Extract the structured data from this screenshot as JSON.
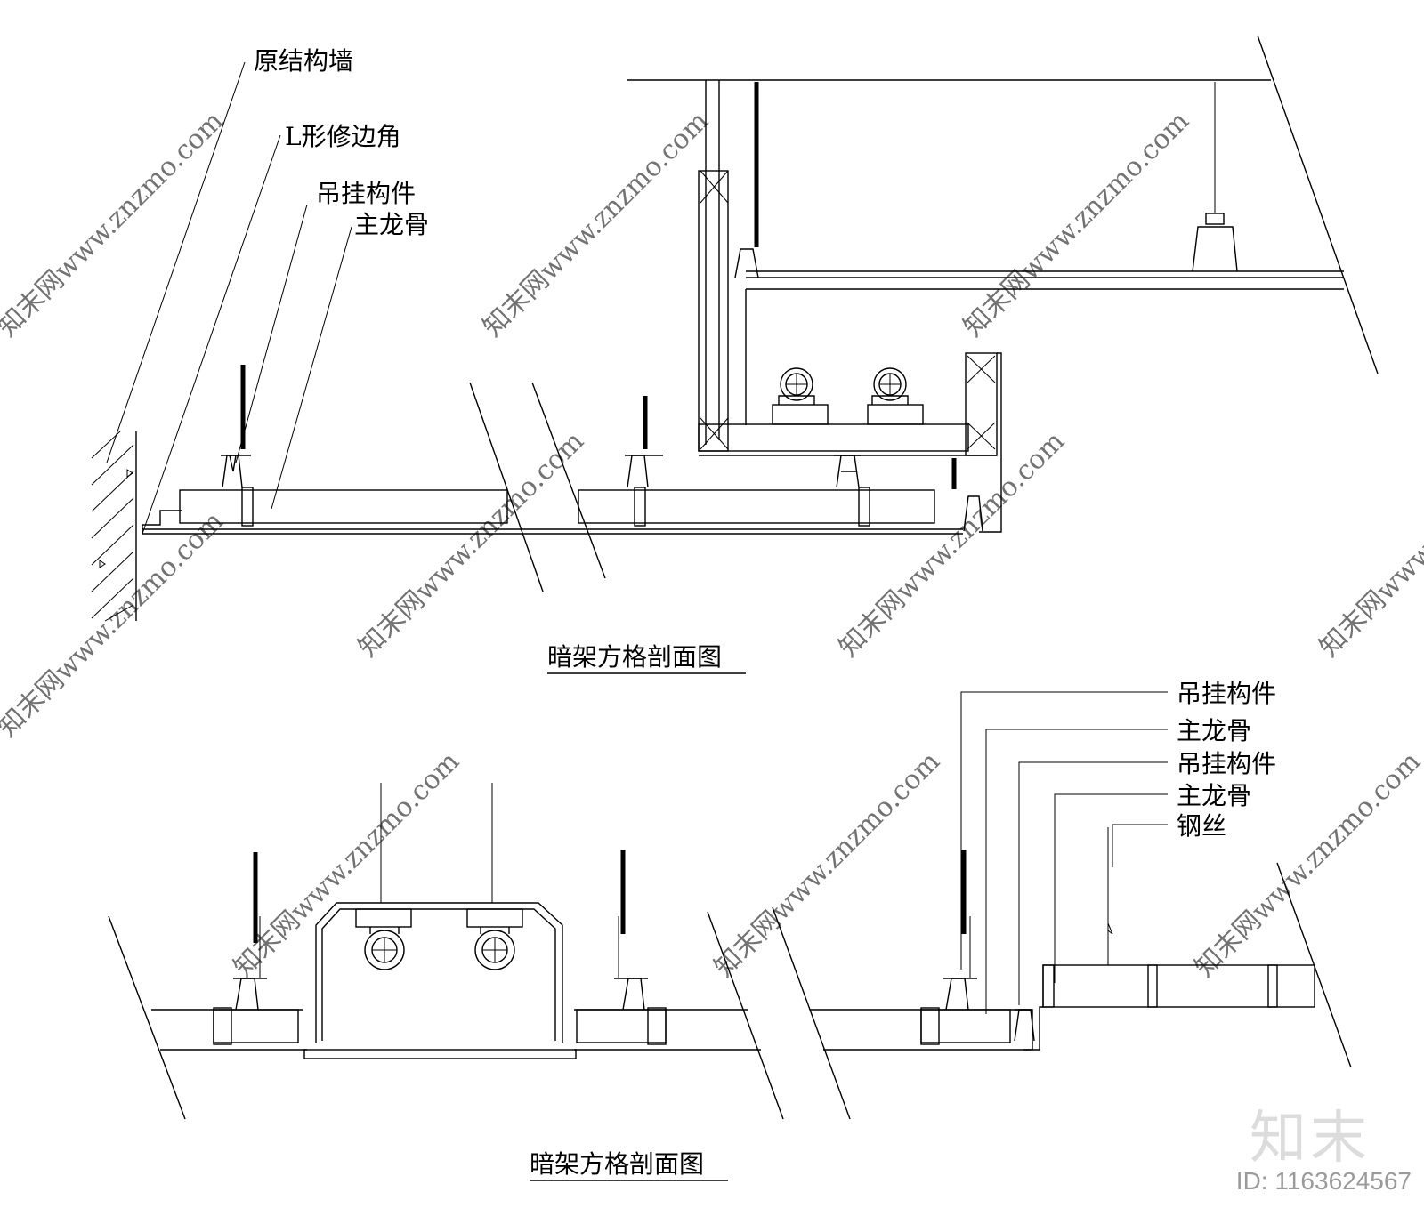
{
  "labels_top": {
    "wall": "原结构墙",
    "l_trim": "L形修边角",
    "hanger": "吊挂构件",
    "main_keel": "主龙骨"
  },
  "labels_bottom": {
    "hanger_1": "吊挂构件",
    "main_keel_1": "主龙骨",
    "hanger_2": "吊挂构件",
    "main_keel_2": "主龙骨",
    "steel_wire": "钢丝"
  },
  "titles": {
    "top": "暗架方格剖面图",
    "bottom": "暗架方格剖面图"
  },
  "watermark": {
    "text": "知末网www.znzmo.com",
    "brand": "知末",
    "id": "ID: 1163624567"
  }
}
